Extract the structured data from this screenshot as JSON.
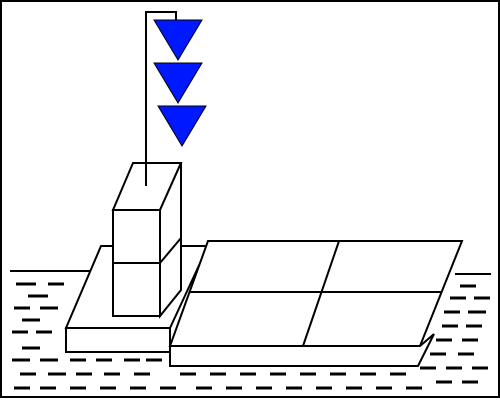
{
  "colors": {
    "background": "#ffffff",
    "ink": "#000000",
    "flag": "#0018ff"
  },
  "icons": [
    "dock-platform",
    "bollard-block",
    "floating-pontoon",
    "water-surface",
    "signal-pennant-triangle"
  ],
  "pennant_count": 3
}
